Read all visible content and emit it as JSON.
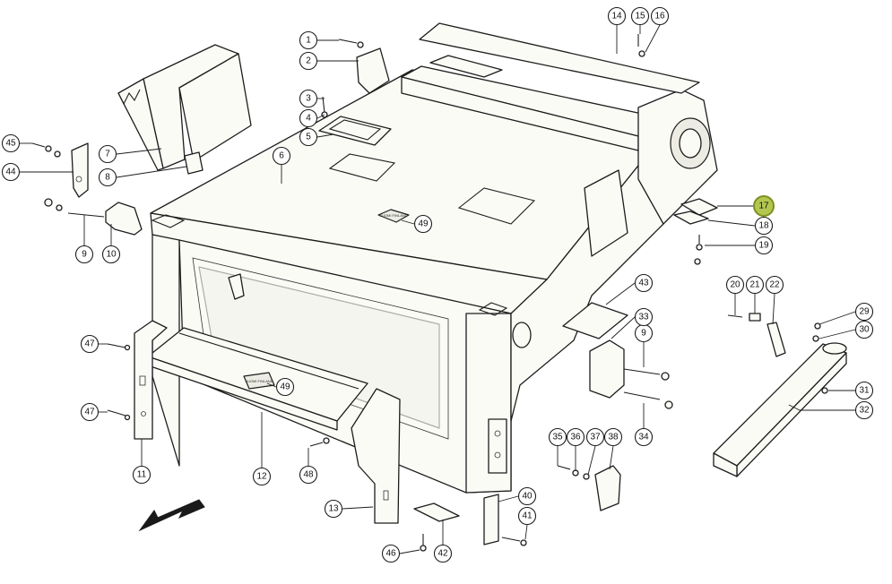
{
  "diagram": {
    "highlight_color": "#b3c650",
    "highlighted_callout": "17",
    "callouts": [
      "1",
      "2",
      "3",
      "4",
      "5",
      "6",
      "7",
      "8",
      "9",
      "9",
      "10",
      "11",
      "12",
      "13",
      "14",
      "15",
      "16",
      "17",
      "18",
      "19",
      "20",
      "21",
      "22",
      "29",
      "30",
      "31",
      "32",
      "33",
      "34",
      "35",
      "36",
      "37",
      "38",
      "40",
      "41",
      "42",
      "43",
      "44",
      "45",
      "46",
      "47",
      "47",
      "48",
      "49",
      "49"
    ],
    "label_plates": [
      {
        "text": "SUOMI\nFINLAND"
      },
      {
        "text": "SUOMI\nFINLAND"
      }
    ],
    "direction_indicator": "arrow-pointing-front-left"
  }
}
